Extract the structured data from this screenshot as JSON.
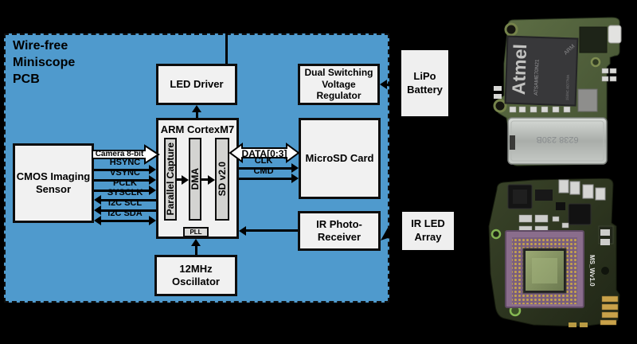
{
  "diagram": {
    "title_lines": [
      "Wire-free",
      "Miniscope",
      "PCB"
    ],
    "fill_color": "#4f9acd",
    "blocks": {
      "led_driver": {
        "label": "LED Driver"
      },
      "regulator": {
        "lines": [
          "Dual Switching",
          "Voltage",
          "Regulator"
        ]
      },
      "cmos_sensor": {
        "lines": [
          "CMOS Imaging",
          "Sensor"
        ]
      },
      "arm": {
        "label": "ARM CortexM7",
        "sub": {
          "parallel_capture": "Parallel Capture",
          "dma": "DMA",
          "sd": "SD v2.0",
          "pll": "PLL"
        }
      },
      "microsd": {
        "label": "MicroSD Card"
      },
      "ir_receiver": {
        "lines": [
          "IR Photo-",
          "Receiver"
        ]
      },
      "oscillator": {
        "lines": [
          "12MHz",
          "Oscillator"
        ]
      },
      "lipo_battery": {
        "lines": [
          "LiPo",
          "Battery"
        ]
      },
      "ir_led_array": {
        "lines": [
          "IR LED",
          "Array"
        ]
      }
    },
    "signals": {
      "camera": "Camera 8-bit",
      "hsync": "HSYNC",
      "vsync": "VSYNC",
      "pclk": "PCLK",
      "sysclk": "SYSCLK",
      "i2c_scl": "I2C SCL",
      "i2c_sda": "I2C SDA",
      "data_bus": "DATA[0:3]",
      "clk": "CLK",
      "cmd": "CMD"
    }
  },
  "photos": {
    "mcu_board": {
      "chip_brand": "Atmel",
      "chip_part": "ATSAME70N21",
      "chip_core": "ARM",
      "chip_lot": "1535C AD77MA",
      "sd_slot_marking": "6238 230B"
    },
    "sensor_board": {
      "silkscreen": "MS_Wv1.0"
    }
  }
}
